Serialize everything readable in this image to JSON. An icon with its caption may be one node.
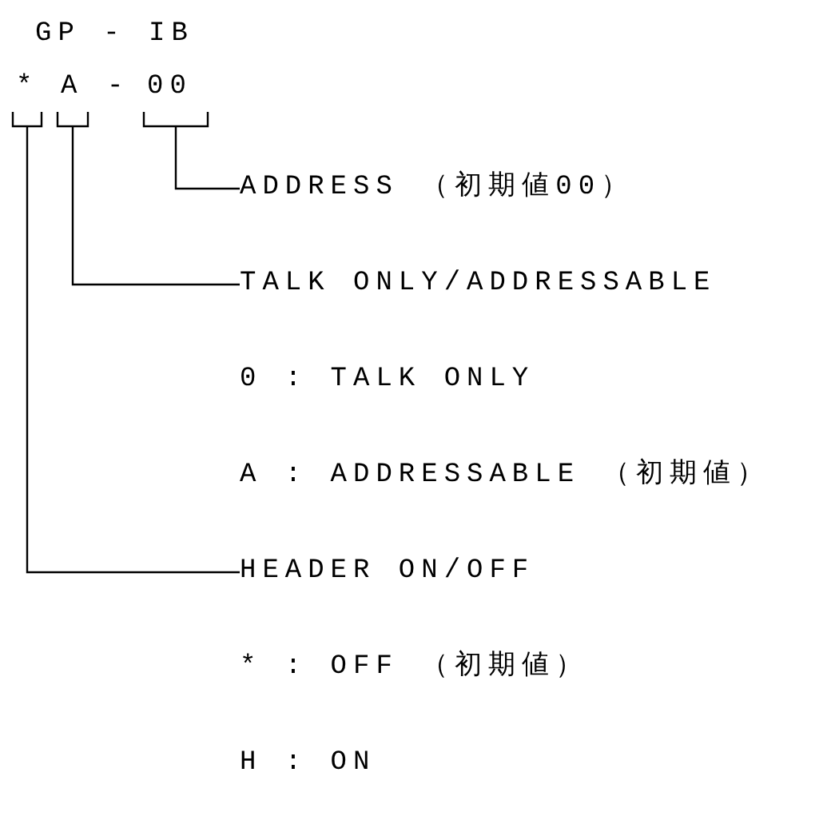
{
  "diagram": {
    "title": "GP - IB",
    "nodes": [
      {
        "text": [
          "*"
        ]
      },
      {
        "text": [
          "A"
        ]
      },
      {
        "text": [
          "00"
        ]
      },
      {
        "text": [
          "ADDRESS （初期値00）"
        ]
      },
      {
        "text": [
          "TALK ONLY/ADDRESSABLE"
        ]
      },
      {
        "text": [
          "HEADER ON/OFF"
        ]
      }
    ],
    "edges": [
      {
        "from": 2,
        "to": 3,
        "arrow": "none"
      },
      {
        "from": 1,
        "to": 4,
        "arrow": "none"
      },
      {
        "from": 0,
        "to": 5,
        "arrow": "none"
      }
    ],
    "labels": [
      "-",
      "0 : TALK ONLY",
      "A : ADDRESSABLE （初期値）",
      "* : OFF （初期値）",
      "H : ON"
    ]
  }
}
